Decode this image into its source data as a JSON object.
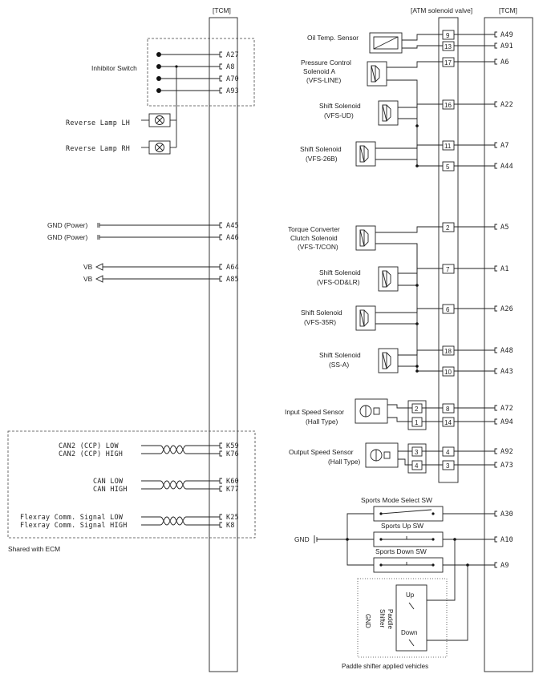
{
  "tcm_left": {
    "header": "[TCM]",
    "pins": [
      "A27",
      "A8",
      "A70",
      "A93",
      "A45",
      "A46",
      "A64",
      "A85",
      "K59",
      "K76",
      "K60",
      "K77",
      "K25",
      "K8"
    ]
  },
  "left_labels": {
    "inhibitor": "Inhibitor Switch",
    "rev_lh": "Reverse Lamp LH",
    "rev_rh": "Reverse Lamp RH",
    "gnd1": "GND (Power)",
    "gnd2": "GND (Power)",
    "vb1": "VB",
    "vb2": "VB",
    "can2_low": "CAN2 (CCP) LOW",
    "can2_high": "CAN2 (CCP) HIGH",
    "can_low": "CAN  LOW",
    "can_high": "CAN  HIGH",
    "flex_low": "Flexray Comm. Signal LOW",
    "flex_high": "Flexray Comm. Signal HIGH",
    "shared": "Shared with ECM"
  },
  "atm": {
    "header": "[ATM solenoid valve]",
    "pins": [
      "9",
      "13",
      "17",
      "16",
      "11",
      "5",
      "2",
      "7",
      "6",
      "18",
      "10",
      "8",
      "14",
      "4",
      "3"
    ]
  },
  "tcm_right": {
    "header": "[TCM]",
    "pins": [
      "A49",
      "A91",
      "A6",
      "A22",
      "A7",
      "A44",
      "A5",
      "A1",
      "A26",
      "A48",
      "A43",
      "A72",
      "A94",
      "A92",
      "A73",
      "A30",
      "A10",
      "A9"
    ]
  },
  "right_labels": {
    "oil_temp": "Oil Temp. Sensor",
    "pcs_a": [
      "Pressure Control",
      "Solenoid A",
      "(VFS-LINE)"
    ],
    "ss_ud": [
      "Shift Solenoid",
      "(VFS-UD)"
    ],
    "ss_26b": [
      "Shift Solenoid",
      "(VFS-26B)"
    ],
    "tcc": [
      "Torque Converter",
      "Clutch Solenoid",
      "(VFS-T/CON)"
    ],
    "ss_odlr": [
      "Shift Solenoid",
      "(VFS-OD&LR)"
    ],
    "ss_35r": [
      "Shift Solenoid",
      "(VFS-35R)"
    ],
    "ss_a": [
      "Shift Solenoid",
      "(SS-A)"
    ],
    "input_speed": [
      "Input Speed Sensor",
      "(Hall Type)"
    ],
    "output_speed": [
      "Output Speed Sensor",
      "(Hall Type)"
    ],
    "conn_pins": [
      "2",
      "1",
      "3",
      "4"
    ],
    "sports_mode": "Sports Mode Select SW",
    "sports_up": "Sports Up SW",
    "sports_down": "Sports Down SW",
    "gnd": "GND",
    "paddle_up": "Up",
    "paddle_down": "Down",
    "paddle_shifter": [
      "Paddle",
      "Shifter"
    ],
    "paddle_gnd": "GND",
    "paddle_note": "Paddle shifter applied vehicles"
  }
}
